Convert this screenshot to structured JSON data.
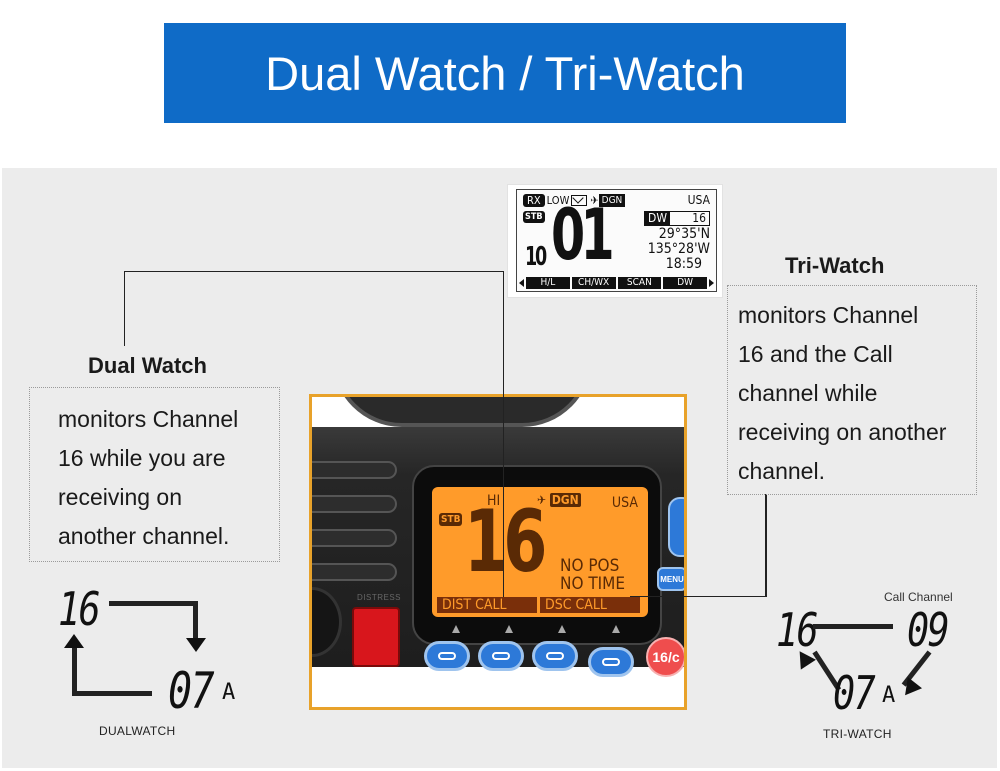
{
  "banner": {
    "title": "Dual Watch / Tri-Watch",
    "color": "#0f6bc7"
  },
  "lcd_inset": {
    "status_rx": "RX",
    "power": "LOW",
    "message_icon": "envelope-icon",
    "gps_icon": "satellite-icon",
    "gps_status": "DGN",
    "region": "USA",
    "stb_badge": "STB",
    "channel_prefix": "10",
    "channel": "01",
    "dw_label": "DW",
    "dw_channel": "16",
    "latitude": "29°35'N",
    "longitude": "135°28'W",
    "time": "18:59",
    "softkeys": [
      "H/L",
      "CH/WX",
      "SCAN",
      "DW"
    ]
  },
  "dual_watch": {
    "heading": "Dual Watch",
    "description_lines": [
      "monitors Channel",
      "16 while you are",
      "receiving on",
      "another channel."
    ],
    "diagram": {
      "priority_channel": "16",
      "working_channel": "07",
      "working_suffix": "A",
      "caption": "DUALWATCH"
    }
  },
  "tri_watch": {
    "heading": "Tri-Watch",
    "description_lines": [
      "monitors Channel",
      "16 and the Call",
      "channel while",
      "receiving on another",
      "channel."
    ],
    "diagram": {
      "priority_channel": "16",
      "call_channel": "09",
      "call_channel_label": "Call Channel",
      "working_channel": "07",
      "working_suffix": "A",
      "caption": "TRI-WATCH"
    }
  },
  "radio_display": {
    "power": "HI",
    "gps_status": "DGN",
    "region": "USA",
    "stb_badge": "STB",
    "channel": "16",
    "status_line1": "NO POS",
    "status_line2": "NO TIME",
    "softkey1": "DIST CALL",
    "softkey2": "DSC CALL",
    "distress_label": "DISTRESS",
    "menu_button": "MENU",
    "button_16c": "16/c",
    "frame_color": "#e8a22a"
  }
}
